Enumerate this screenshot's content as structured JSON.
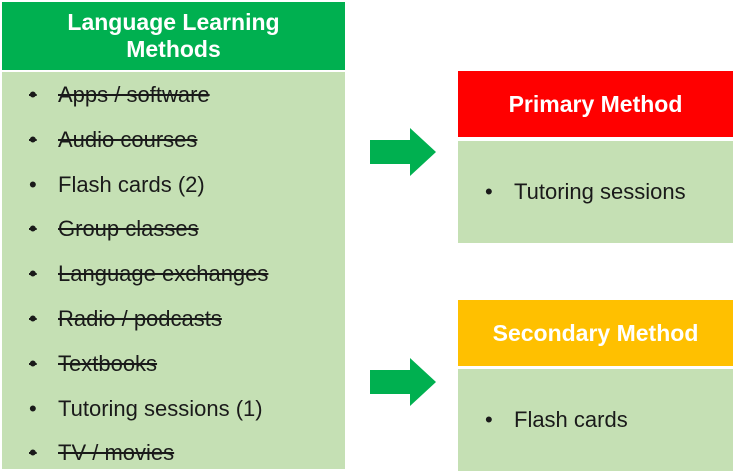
{
  "methods": {
    "title": "Language Learning Methods",
    "items": [
      {
        "label": "Apps / software",
        "struck": true
      },
      {
        "label": "Audio courses",
        "struck": true
      },
      {
        "label": "Flash cards (2)",
        "struck": false
      },
      {
        "label": "Group classes",
        "struck": true
      },
      {
        "label": "Language exchanges",
        "struck": true
      },
      {
        "label": "Radio / podcasts",
        "struck": true
      },
      {
        "label": "Textbooks",
        "struck": true
      },
      {
        "label": "Tutoring sessions (1)",
        "struck": false
      },
      {
        "label": "TV / movies",
        "struck": true
      }
    ],
    "bullet": "•"
  },
  "primary": {
    "title": "Primary Method",
    "item": "Tutoring sessions",
    "color": "#ff0000"
  },
  "secondary": {
    "title": "Secondary Method",
    "item": "Flash cards",
    "color": "#ffc000"
  },
  "colors": {
    "green_header": "#00b050",
    "light_green": "#c5e0b4",
    "arrow": "#00b050"
  },
  "icons": {
    "arrow": "arrow-right-icon"
  }
}
